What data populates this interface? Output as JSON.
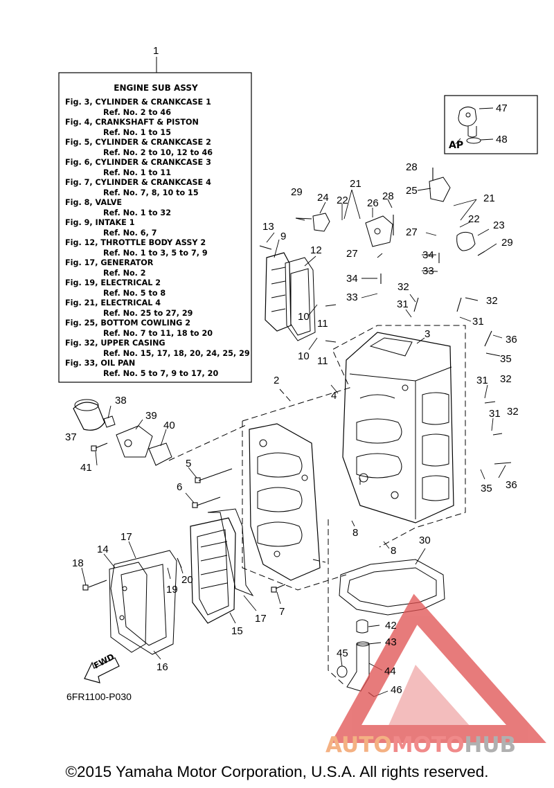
{
  "box": {
    "callout_number": "1",
    "title": "ENGINE SUB ASSY",
    "lines": [
      {
        "text": "Fig. 3, CYLINDER & CRANKCASE 1",
        "sub": false
      },
      {
        "text": "Ref. No. 2 to 46",
        "sub": true
      },
      {
        "text": "Fig. 4, CRANKSHAFT & PISTON",
        "sub": false
      },
      {
        "text": "Ref. No. 1 to 15",
        "sub": true
      },
      {
        "text": "Fig. 5, CYLINDER & CRANKCASE 2",
        "sub": false
      },
      {
        "text": "Ref. No. 2 to 10, 12 to 46",
        "sub": true
      },
      {
        "text": "Fig. 6, CYLINDER & CRANKCASE 3",
        "sub": false
      },
      {
        "text": "Ref. No. 1 to 11",
        "sub": true
      },
      {
        "text": "Fig. 7, CYLINDER & CRANKCASE 4",
        "sub": false
      },
      {
        "text": "Ref. No. 7, 8, 10 to 15",
        "sub": true
      },
      {
        "text": "Fig. 8, VALVE",
        "sub": false
      },
      {
        "text": "Ref. No. 1 to 32",
        "sub": true
      },
      {
        "text": "Fig. 9, INTAKE 1",
        "sub": false
      },
      {
        "text": "Ref. No. 6, 7",
        "sub": true
      },
      {
        "text": "Fig. 12, THROTTLE BODY ASSY 2",
        "sub": false
      },
      {
        "text": "Ref. No. 1 to 3, 5 to 7, 9",
        "sub": true
      },
      {
        "text": "Fig. 17, GENERATOR",
        "sub": false
      },
      {
        "text": "Ref. No. 2",
        "sub": true
      },
      {
        "text": "Fig. 19, ELECTRICAL 2",
        "sub": false
      },
      {
        "text": "Ref. No. 5 to 8",
        "sub": true
      },
      {
        "text": "Fig. 21, ELECTRICAL 4",
        "sub": false
      },
      {
        "text": "Ref. No. 25 to 27, 29",
        "sub": true
      },
      {
        "text": "Fig. 25, BOTTOM COWLING 2",
        "sub": false
      },
      {
        "text": "Ref. No. 7 to 11, 18 to 20",
        "sub": true
      },
      {
        "text": "Fig. 32, UPPER CASING",
        "sub": false
      },
      {
        "text": "Ref. No. 15, 17, 18, 20, 24, 25, 29",
        "sub": true
      },
      {
        "text": "Fig. 33, OIL PAN",
        "sub": false
      },
      {
        "text": "Ref. No. 5 to 7, 9 to 17, 20",
        "sub": true
      }
    ]
  },
  "callouts": [
    {
      "n": "47"
    },
    {
      "n": "48"
    },
    {
      "n": "28"
    },
    {
      "n": "25"
    },
    {
      "n": "21"
    },
    {
      "n": "22"
    },
    {
      "n": "23"
    },
    {
      "n": "29"
    },
    {
      "n": "27"
    },
    {
      "n": "34"
    },
    {
      "n": "33"
    },
    {
      "n": "32"
    },
    {
      "n": "31"
    },
    {
      "n": "36"
    },
    {
      "n": "35"
    },
    {
      "n": "31"
    },
    {
      "n": "32"
    },
    {
      "n": "31"
    },
    {
      "n": "32"
    },
    {
      "n": "35"
    },
    {
      "n": "36"
    },
    {
      "n": "29"
    },
    {
      "n": "24"
    },
    {
      "n": "22"
    },
    {
      "n": "21"
    },
    {
      "n": "26"
    },
    {
      "n": "28"
    },
    {
      "n": "13"
    },
    {
      "n": "9"
    },
    {
      "n": "12"
    },
    {
      "n": "27"
    },
    {
      "n": "34"
    },
    {
      "n": "33"
    },
    {
      "n": "32"
    },
    {
      "n": "31"
    },
    {
      "n": "3"
    },
    {
      "n": "10"
    },
    {
      "n": "11"
    },
    {
      "n": "10"
    },
    {
      "n": "11"
    },
    {
      "n": "2"
    },
    {
      "n": "4"
    },
    {
      "n": "38"
    },
    {
      "n": "39"
    },
    {
      "n": "40"
    },
    {
      "n": "37"
    },
    {
      "n": "41"
    },
    {
      "n": "5"
    },
    {
      "n": "6"
    },
    {
      "n": "8"
    },
    {
      "n": "8"
    },
    {
      "n": "30"
    },
    {
      "n": "17"
    },
    {
      "n": "14"
    },
    {
      "n": "18"
    },
    {
      "n": "20"
    },
    {
      "n": "19"
    },
    {
      "n": "7"
    },
    {
      "n": "17"
    },
    {
      "n": "15"
    },
    {
      "n": "16"
    },
    {
      "n": "42"
    },
    {
      "n": "43"
    },
    {
      "n": "45"
    },
    {
      "n": "44"
    },
    {
      "n": "46"
    }
  ],
  "inset_label": "AP",
  "fwd_label": "FWD",
  "diagram_code": "6FR1100-P030",
  "copyright": "©2015 Yamaha Motor Corporation, U.S.A. All rights reserved.",
  "watermark": {
    "part1": "AUTO",
    "part2": "MOTO",
    "part3": "HUB"
  },
  "colors": {
    "line": "#000000",
    "watermark_red": "#e05050",
    "watermark_orange": "#f4b183",
    "watermark_gray": "#b0b0b0"
  }
}
